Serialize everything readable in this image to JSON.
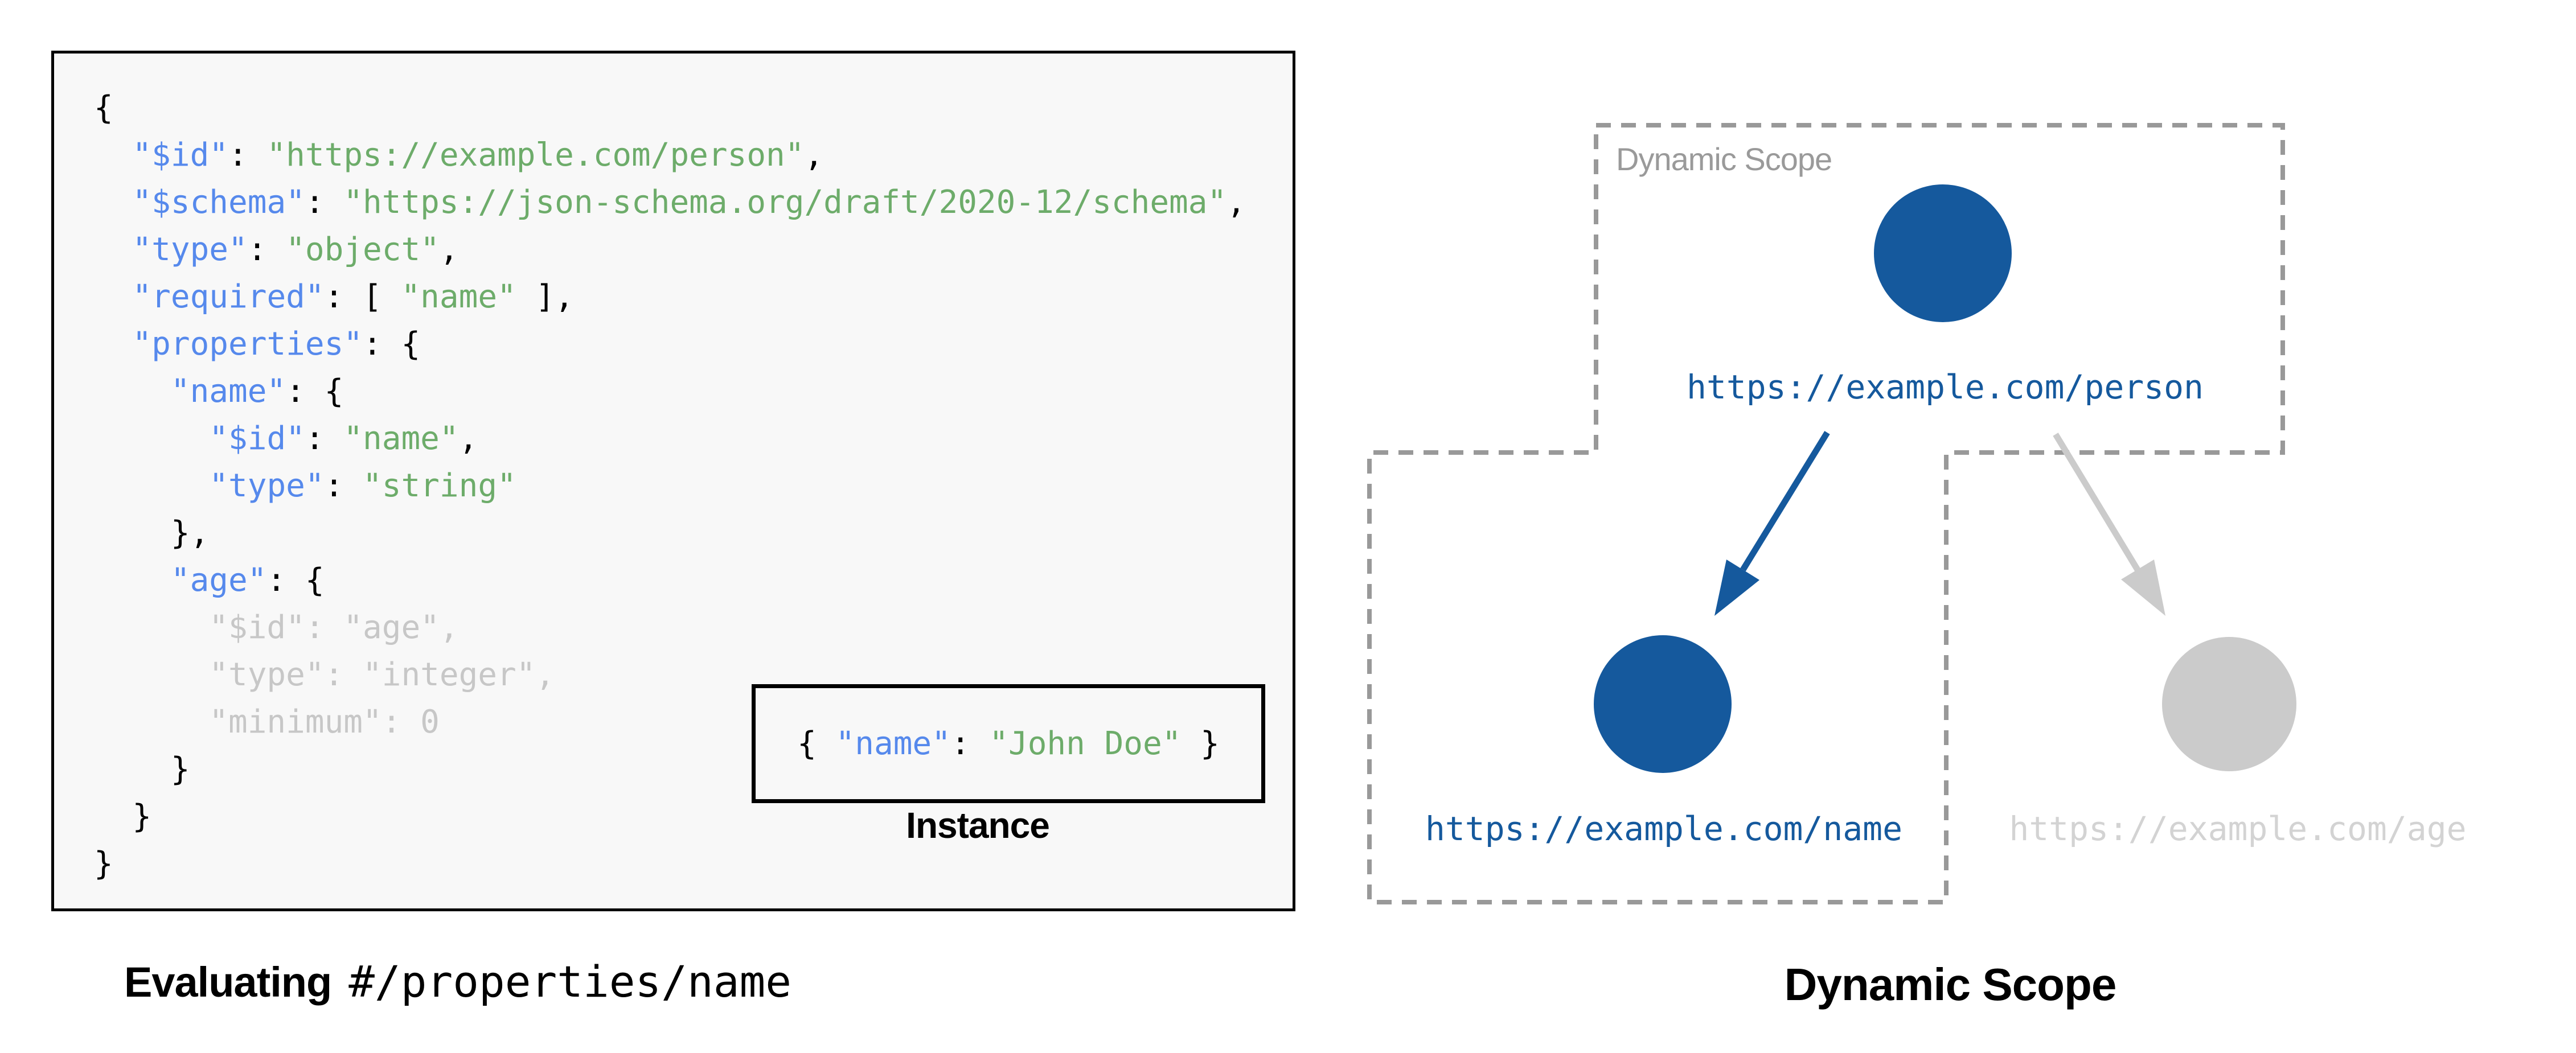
{
  "schema_panel": {
    "code_lines": [
      [
        [
          "{",
          "p"
        ]
      ],
      [
        [
          "  ",
          "p"
        ],
        [
          "\"$id\"",
          "k"
        ],
        [
          ": ",
          "p"
        ],
        [
          "\"https://example.com/person\"",
          "s"
        ],
        [
          ",",
          "p"
        ]
      ],
      [
        [
          "  ",
          "p"
        ],
        [
          "\"$schema\"",
          "k"
        ],
        [
          ": ",
          "p"
        ],
        [
          "\"https://json-schema.org/draft/2020-12/schema\"",
          "s"
        ],
        [
          ",",
          "p"
        ]
      ],
      [
        [
          "  ",
          "p"
        ],
        [
          "\"type\"",
          "k"
        ],
        [
          ": ",
          "p"
        ],
        [
          "\"object\"",
          "s"
        ],
        [
          ",",
          "p"
        ]
      ],
      [
        [
          "  ",
          "p"
        ],
        [
          "\"required\"",
          "k"
        ],
        [
          ": [ ",
          "p"
        ],
        [
          "\"name\"",
          "s"
        ],
        [
          " ],",
          "p"
        ]
      ],
      [
        [
          "  ",
          "p"
        ],
        [
          "\"properties\"",
          "k"
        ],
        [
          ": {",
          "p"
        ]
      ],
      [
        [
          "    ",
          "p"
        ],
        [
          "\"name\"",
          "k"
        ],
        [
          ": {",
          "p"
        ]
      ],
      [
        [
          "      ",
          "p"
        ],
        [
          "\"$id\"",
          "k"
        ],
        [
          ": ",
          "p"
        ],
        [
          "\"name\"",
          "s"
        ],
        [
          ",",
          "p"
        ]
      ],
      [
        [
          "      ",
          "p"
        ],
        [
          "\"type\"",
          "k"
        ],
        [
          ": ",
          "p"
        ],
        [
          "\"string\"",
          "s"
        ]
      ],
      [
        [
          "    },",
          "p"
        ]
      ],
      [
        [
          "    ",
          "p"
        ],
        [
          "\"age\"",
          "k"
        ],
        [
          ": {",
          "p"
        ]
      ],
      [
        [
          "      \"$id\": \"age\",",
          "g"
        ]
      ],
      [
        [
          "      \"type\": \"integer\",",
          "g"
        ]
      ],
      [
        [
          "      \"minimum\": 0",
          "g"
        ]
      ],
      [
        [
          "    }",
          "p"
        ]
      ],
      [
        [
          "  }",
          "p"
        ]
      ],
      [
        [
          "}",
          "p"
        ]
      ]
    ],
    "instance": {
      "tokens": [
        [
          "{ ",
          "p"
        ],
        [
          "\"name\"",
          "k"
        ],
        [
          ": ",
          "p"
        ],
        [
          "\"John Doe\"",
          "s"
        ],
        [
          " }",
          "p"
        ]
      ],
      "label": "Instance"
    },
    "caption": {
      "bold": "Evaluating",
      "pointer": "#/properties/name"
    }
  },
  "diagram": {
    "scope_label": "Dynamic Scope",
    "caption": "Dynamic Scope",
    "nodes": [
      {
        "id": "person",
        "url": "https://example.com/person",
        "state": "in-scope"
      },
      {
        "id": "name",
        "url": "https://example.com/name",
        "state": "in-scope"
      },
      {
        "id": "age",
        "url": "https://example.com/age",
        "state": "out-of-scope"
      }
    ],
    "edges": [
      {
        "from": "person",
        "to": "name",
        "state": "in-scope"
      },
      {
        "from": "person",
        "to": "age",
        "state": "out-of-scope"
      }
    ]
  },
  "colors": {
    "key_blue": "#5689EC",
    "string_green": "#6DAC6A",
    "muted_code_gray": "#C7C7C7",
    "node_blue": "#15599D",
    "inactive_node_gray": "#CBCBCB",
    "inactive_text_gray": "#D3D3D3",
    "scope_border_gray": "#999999",
    "scope_label_gray": "#9A9A9A",
    "panel_background": "#F8F8F8"
  }
}
